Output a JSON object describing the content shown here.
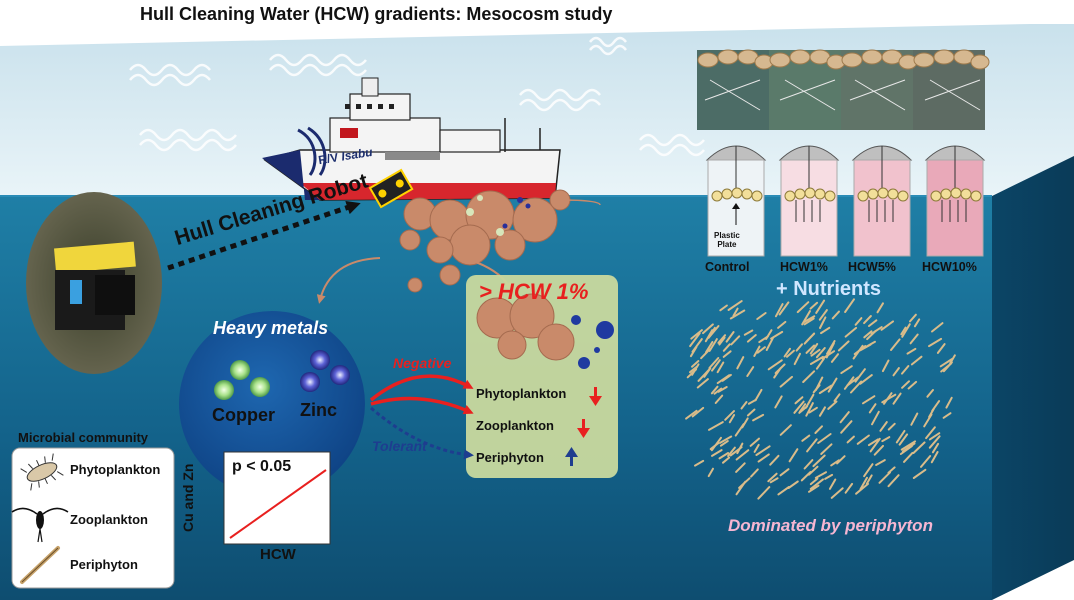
{
  "title": "Hull Cleaning Water (HCW) gradients: Mesocosm study",
  "ship": {
    "prefix": "R/V",
    "name": "Isabu"
  },
  "robot_label": "Hull Cleaning Robot",
  "heavy_metals": {
    "title": "Heavy metals",
    "metals": [
      "Copper",
      "Zinc"
    ]
  },
  "inset_plot": {
    "annotation": "p < 0.05",
    "xlabel": "HCW",
    "ylabel": "Cu and Zn"
  },
  "effects": {
    "negative": "Negative",
    "tolerant": "Tolerant"
  },
  "threshold": "> HCW 1%",
  "responses": [
    {
      "label": "Phytoplankton",
      "direction": "down"
    },
    {
      "label": "Zooplankton",
      "direction": "down"
    },
    {
      "label": "Periphyton",
      "direction": "up"
    }
  ],
  "legend": {
    "title": "Microbial community",
    "items": [
      "Phytoplankton",
      "Zooplankton",
      "Periphyton"
    ]
  },
  "mesocosms": [
    "Control",
    "HCW1%",
    "HCW5%",
    "HCW10%"
  ],
  "plate_label": "Plastic\nPlate",
  "nutrients_label": "+ Nutrients",
  "dominated_label": "Dominated by periphyton",
  "colors": {
    "sky": "#dfeef5",
    "sea_top": "#1f7fa6",
    "sea_deep": "#0f4f72",
    "negative": "#e8201f",
    "tolerant": "#1e3d8f",
    "sediment": "#c98a6a"
  }
}
